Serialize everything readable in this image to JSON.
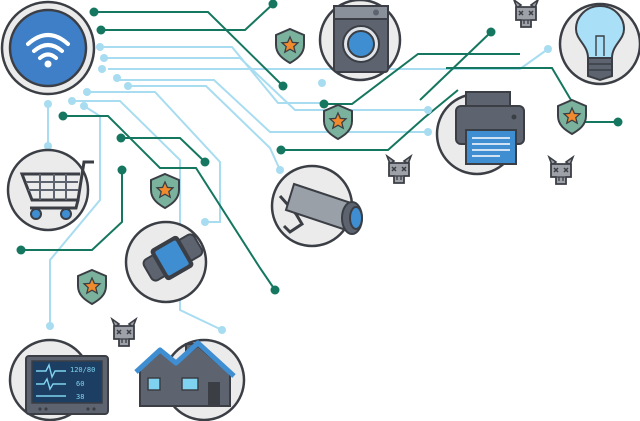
{
  "colors": {
    "outline": "#3b3f45",
    "circle_fill": "#ebebeb",
    "dark_line": "#15775f",
    "light_line": "#a8dcf0",
    "hub_blue": "#3f7fc7",
    "device_gray": "#5d6470",
    "device_blue": "#3f8ed2",
    "shield_fill": "#7ab29d",
    "star": "#f08a2c",
    "virus": "#9ea1a7"
  },
  "icons": [
    "wifi-icon",
    "washing-machine-icon",
    "light-bulb-icon",
    "printer-icon",
    "security-camera-icon",
    "shopping-cart-icon",
    "smartwatch-icon",
    "vital-signs-monitor-icon",
    "smart-home-icon",
    "shield-icon",
    "malware-bug-icon"
  ],
  "monitor": {
    "readings": [
      "120/80",
      "60",
      "38"
    ]
  }
}
